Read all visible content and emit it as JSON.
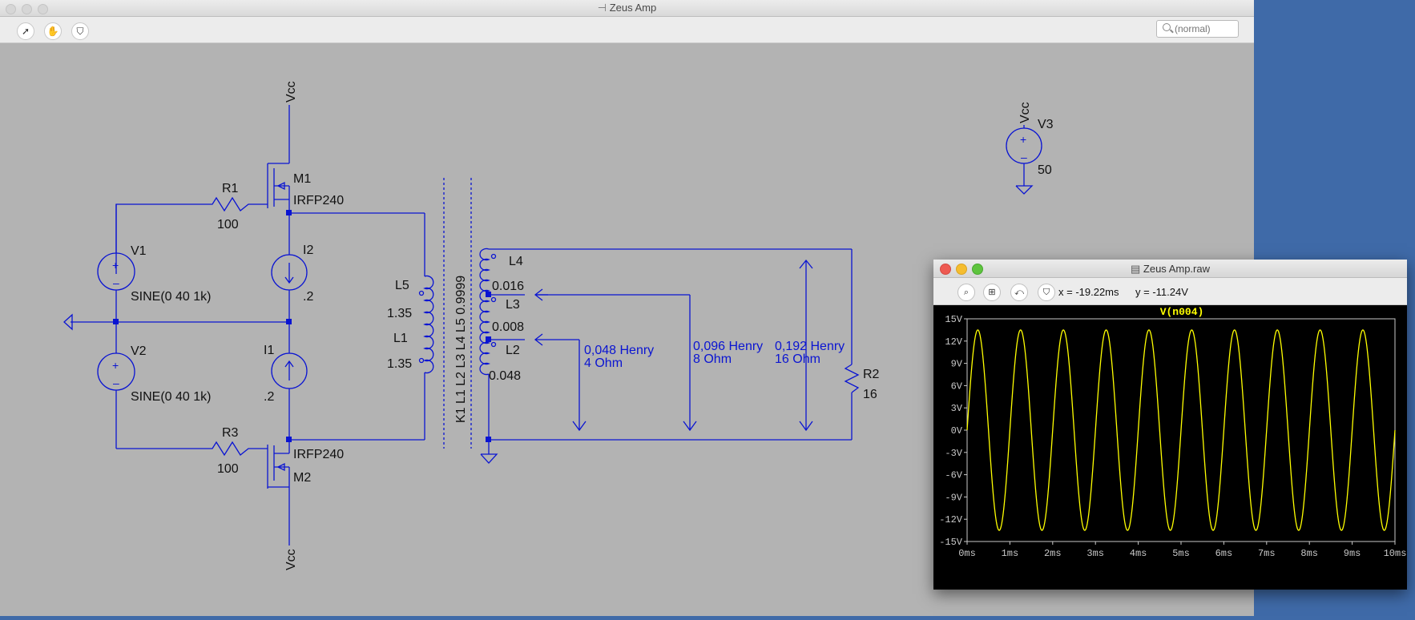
{
  "window": {
    "title": "Zeus Amp"
  },
  "toolbar": {
    "run_icon": "run-icon",
    "hand_icon": "hand-icon",
    "probe_icon": "probe-icon"
  },
  "search": {
    "placeholder": "(normal)"
  },
  "schematic": {
    "vcc_top": "Vcc",
    "vcc_bottom": "Vcc",
    "vcc_v3": "Vcc",
    "m1": {
      "name": "M1",
      "model": "IRFP240"
    },
    "m2": {
      "name": "M2",
      "model": "IRFP240"
    },
    "r1": {
      "name": "R1",
      "value": "100"
    },
    "r3": {
      "name": "R3",
      "value": "100"
    },
    "r2": {
      "name": "R2",
      "value": "16"
    },
    "v1": {
      "name": "V1",
      "value": "SINE(0 40 1k)"
    },
    "v2": {
      "name": "V2",
      "value": "SINE(0 40 1k)"
    },
    "v3": {
      "name": "V3",
      "value": "50"
    },
    "i1": {
      "name": "I1",
      "value": ".2"
    },
    "i2": {
      "name": "I2",
      "value": ".2"
    },
    "l5": {
      "name": "L5",
      "value": "1.35"
    },
    "l1": {
      "name": "L1",
      "value": "1.35"
    },
    "l4": {
      "name": "L4",
      "value": "0.016"
    },
    "l3": {
      "name": "L3",
      "value": "0.008"
    },
    "l2": {
      "name": "L2",
      "value": "0.048"
    },
    "coupling": "K1 L1 L2 L3 L4 L5 0.9999",
    "note1": [
      "0,048 Henry",
      "4 Ohm"
    ],
    "note2": [
      "0,096 Henry",
      "8 Ohm"
    ],
    "note3": [
      "0,192 Henry",
      "16 Ohm"
    ]
  },
  "plot_window": {
    "title": "Zeus Amp.raw",
    "x_readout": "x = -19.22ms",
    "y_readout": "y = -11.24V",
    "icons": [
      "zoom-icon",
      "autorange-icon",
      "zoom-back-icon",
      "probe-icon"
    ]
  },
  "colors": {
    "schematic_wire": "#0a14d2",
    "trace": "#ffff00",
    "plot_bg": "#000000",
    "axis_text": "#c8c8c8"
  },
  "chart_data": {
    "type": "line",
    "title": "V(n004)",
    "xlabel": "",
    "ylabel": "",
    "xlim": [
      0,
      10
    ],
    "ylim": [
      -15,
      15
    ],
    "x_ticks": [
      "0ms",
      "1ms",
      "2ms",
      "3ms",
      "4ms",
      "5ms",
      "6ms",
      "7ms",
      "8ms",
      "9ms",
      "10ms"
    ],
    "y_ticks": [
      "15V",
      "12V",
      "9V",
      "6V",
      "3V",
      "0V",
      "-3V",
      "-6V",
      "-9V",
      "-12V",
      "-15V"
    ],
    "series": [
      {
        "name": "V(n004)",
        "frequency_khz": 1,
        "amplitude_v": 13.5,
        "offset_v": 0,
        "points": [
          [
            0,
            0
          ],
          [
            0.25,
            13.5
          ],
          [
            0.5,
            0
          ],
          [
            0.75,
            -13.5
          ],
          [
            1,
            0
          ],
          [
            1.25,
            13.5
          ],
          [
            1.5,
            0
          ],
          [
            1.75,
            -13.5
          ],
          [
            2,
            0
          ],
          [
            2.25,
            13.5
          ],
          [
            2.5,
            0
          ],
          [
            2.75,
            -13.5
          ],
          [
            3,
            0
          ],
          [
            3.25,
            13.5
          ],
          [
            3.5,
            0
          ],
          [
            3.75,
            -13.5
          ],
          [
            4,
            0
          ],
          [
            4.25,
            13.5
          ],
          [
            4.5,
            0
          ],
          [
            4.75,
            -13.5
          ],
          [
            5,
            0
          ],
          [
            5.25,
            13.5
          ],
          [
            5.5,
            0
          ],
          [
            5.75,
            -13.5
          ],
          [
            6,
            0
          ],
          [
            6.25,
            13.5
          ],
          [
            6.5,
            0
          ],
          [
            6.75,
            -13.5
          ],
          [
            7,
            0
          ],
          [
            7.25,
            13.5
          ],
          [
            7.5,
            0
          ],
          [
            7.75,
            -13.5
          ],
          [
            8,
            0
          ],
          [
            8.25,
            13.5
          ],
          [
            8.5,
            0
          ],
          [
            8.75,
            -13.5
          ],
          [
            9,
            0
          ],
          [
            9.25,
            13.5
          ],
          [
            9.5,
            0
          ],
          [
            9.75,
            -13.5
          ],
          [
            10,
            0
          ]
        ]
      }
    ],
    "grid": false,
    "legend": "top-center"
  }
}
